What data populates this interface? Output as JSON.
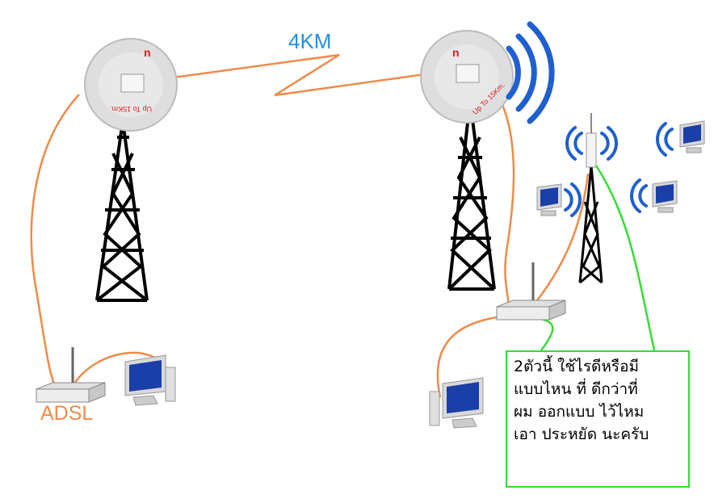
{
  "labels": {
    "distance": "4KM",
    "adsl": "ADSL",
    "note": "2ตัวนี้ ใช้ไรดีหรือมี\nแบบไหน ที่ ดีกว่าที่\nผม ออกแบบ ไว้ไหม\nเอา ประหยัด นะครับ"
  },
  "dish_text": {
    "left": "Up To 15Km.",
    "right": "Up To 15Km."
  },
  "colors": {
    "cable": "#f08a48",
    "wireless_link": "#33dd33",
    "signal": "#1f5fd0",
    "tower": "#000000",
    "label_blue": "#2a8ee0"
  }
}
